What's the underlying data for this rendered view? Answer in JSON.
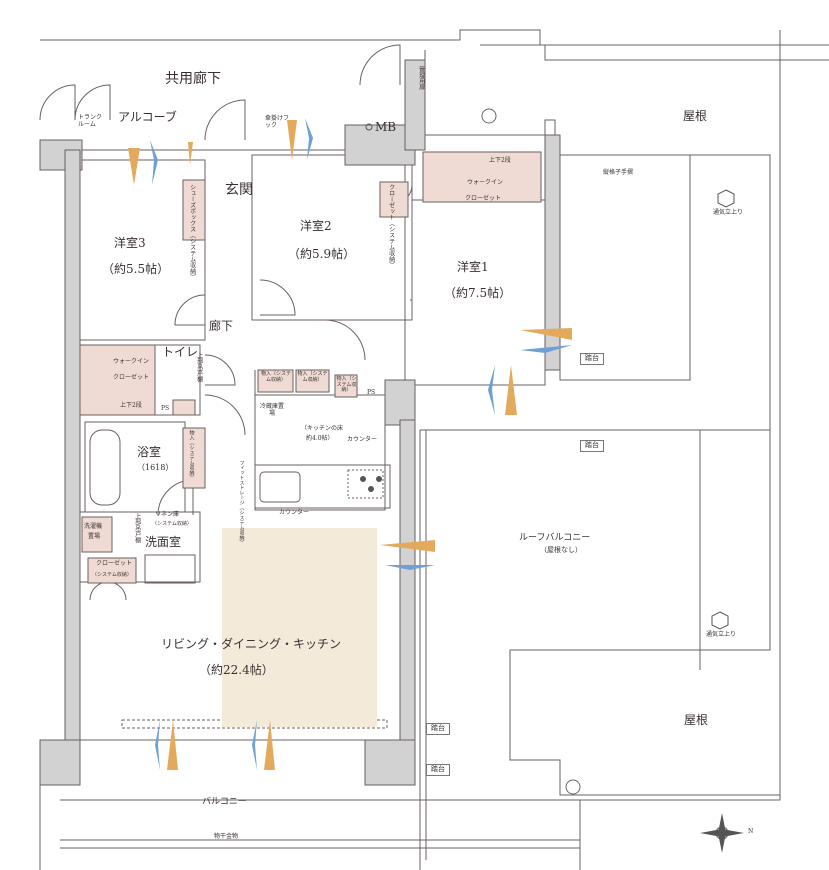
{
  "plan": {
    "common_corridor": "共用廊下",
    "alcove": "アルコーブ",
    "trunk_room": "トランクルーム",
    "mgmt_door": "管理用扉",
    "umbrella_hook": "傘掛けフック",
    "mb": "MB",
    "entrance": "玄関",
    "shoe_box": "シューズボックス（システム収納）",
    "closet_system": "クローゼット（システム収納）",
    "room2": {
      "name": "洋室2",
      "size": "（約5.9帖）"
    },
    "room3": {
      "name": "洋室3",
      "size": "（約5.5帖）"
    },
    "room1": {
      "name": "洋室1",
      "size": "（約7.5帖）"
    },
    "wic_right": {
      "line1": "ウォークイン",
      "line2": "クローゼット",
      "note": "上下2段"
    },
    "wic_left": {
      "line1": "ウォークイン",
      "line2": "クローゼット",
      "note": "上下2段"
    },
    "vertical_rail": "縦格子手摺",
    "vent_riser": "通気立上り",
    "roof": "屋根",
    "step": "踏台",
    "hallway": "廊下",
    "toilet": "トイレ",
    "upper_cabinet": "上部吊戸棚",
    "ps": "PS",
    "storage_system": "物入（システム収納）",
    "fridge": "冷蔵庫置場",
    "kitchen_floor": {
      "line1": "（キッチンの床",
      "line2": "約4.0帖）"
    },
    "counter": "カウンター",
    "bath": {
      "name": "浴室",
      "size": "（1618）"
    },
    "fit_storage": "フィットストレージ（システム収納）",
    "linen": {
      "line1": "リネン庫",
      "line2": "（システム収納）"
    },
    "washer": {
      "line1": "洗濯機",
      "line2": "置場"
    },
    "washroom": "洗面室",
    "closet_wash": {
      "line1": "クローゼット",
      "line2": "（システム収納）"
    },
    "roof_balcony": {
      "name": "ルーフバルコニー",
      "note": "（屋根なし）"
    },
    "ldk": {
      "name": "リビング・ダイニング・キッチン",
      "size": "（約22.4帖）"
    },
    "balcony": "バルコニー",
    "drying_rack": "物干金物",
    "north": "N"
  },
  "colors": {
    "wall": "#d2d2d2",
    "storage": "#efdbd4",
    "ldk_floor": "#f4eada",
    "air_orange": "#e3a95c",
    "air_blue": "#6fa0d4",
    "line": "#6b6060"
  }
}
